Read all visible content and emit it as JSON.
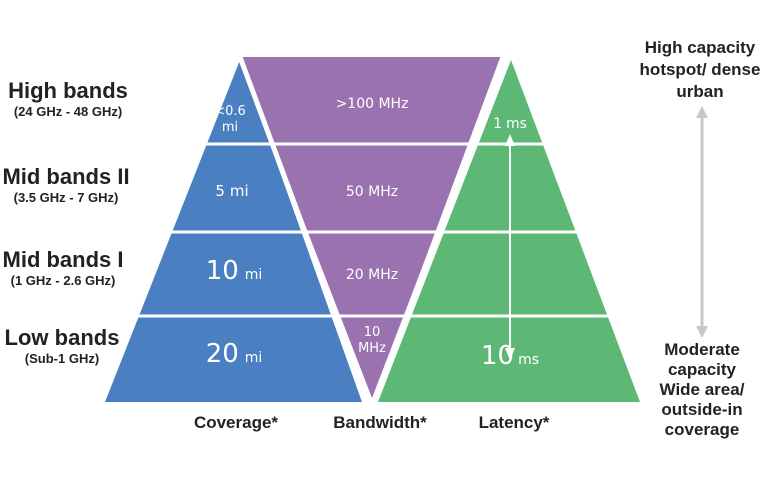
{
  "colors": {
    "coverage": "#4a7fc1",
    "bandwidth": "#9b72b0",
    "latency": "#5db875",
    "divider": "#ffffff",
    "text": "#222222",
    "capacity_arrow": "#c8c8c8"
  },
  "bands": [
    {
      "name": "High bands",
      "range": "(24 GHz - 48 GHz)"
    },
    {
      "name": "Mid bands II",
      "range": "(3.5 GHz - 7 GHz)"
    },
    {
      "name": "Mid bands I",
      "range": "(1 GHz - 2.6 GHz)"
    },
    {
      "name": "Low bands",
      "range": "(Sub-1 GHz)"
    }
  ],
  "coverage": {
    "label": "Coverage*",
    "values": [
      {
        "line1": "<0.6",
        "line2": "mi"
      },
      {
        "num": "5",
        "unit": "mi"
      },
      {
        "num": "10",
        "unit": "mi"
      },
      {
        "num": "20",
        "unit": "mi"
      }
    ]
  },
  "bandwidth": {
    "label": "Bandwidth*",
    "values": [
      {
        "text": ">100 MHz"
      },
      {
        "text": "50 MHz"
      },
      {
        "text": "20 MHz"
      },
      {
        "line1": "10",
        "line2": "MHz"
      }
    ]
  },
  "latency": {
    "label": "Latency*",
    "top": {
      "num": "1",
      "unit": "ms"
    },
    "bottom": {
      "num": "10",
      "unit": "ms"
    }
  },
  "capacity": {
    "top": [
      "High capacity",
      "hotspot/ dense",
      "urban"
    ],
    "bottom": [
      "Moderate",
      "capacity",
      "Wide area/",
      "outside-in",
      "coverage"
    ]
  }
}
